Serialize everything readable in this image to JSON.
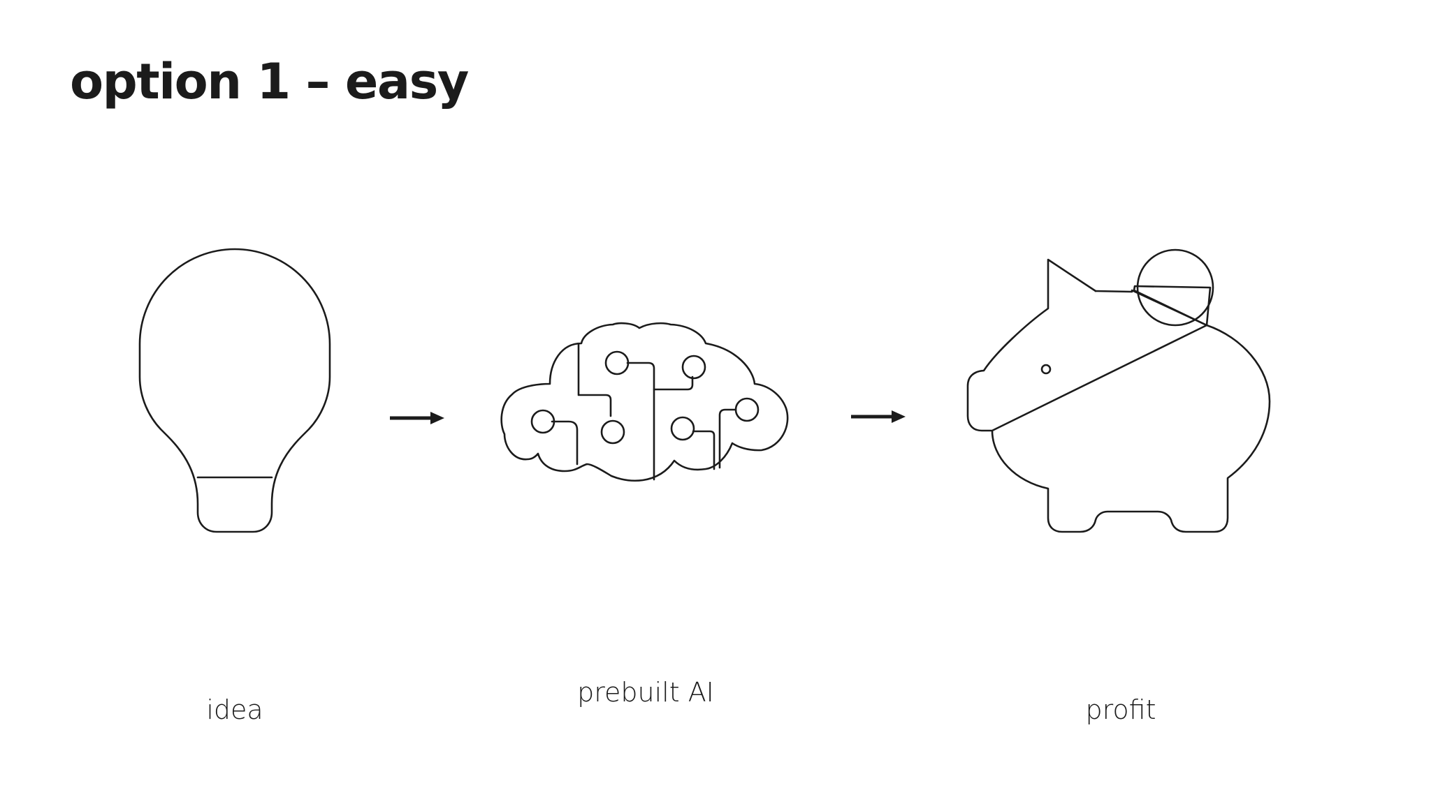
{
  "title": "option 1 – easy",
  "steps": [
    {
      "label": "idea",
      "icon": "lightbulb-icon"
    },
    {
      "label": "prebuilt AI",
      "icon": "brain-circuit-icon"
    },
    {
      "label": "profit",
      "icon": "piggy-bank-icon"
    }
  ],
  "arrows": [
    "arrow-right-icon",
    "arrow-right-icon"
  ],
  "colors": {
    "ink": "#1b1b1b",
    "background": "#ffffff"
  }
}
